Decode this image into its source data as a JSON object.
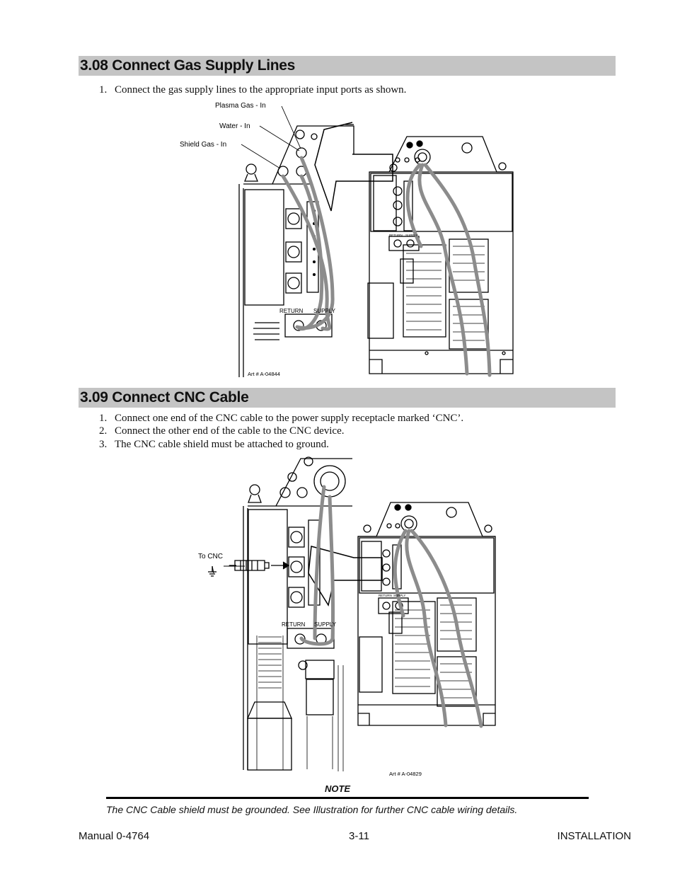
{
  "section1": {
    "title": "3.08   Connect Gas Supply Lines",
    "steps": [
      {
        "num": "1.",
        "text": "Connect the gas supply lines to the appropriate input ports as shown."
      }
    ]
  },
  "figure1": {
    "labels": {
      "plasma": "Plasma Gas - In",
      "water": "Water - In",
      "shield": "Shield Gas - In",
      "return": "RETURN",
      "supply": "SUPPLY",
      "return_small": "RETURN",
      "supply_small": "SUPPLY"
    },
    "art": "Art # A-04844"
  },
  "section2": {
    "title": "3.09   Connect CNC Cable",
    "steps": [
      {
        "num": "1.",
        "text": "Connect one end of the CNC cable to the power supply receptacle marked ‘CNC’."
      },
      {
        "num": "2.",
        "text": "Connect the other end of the cable to the CNC device."
      },
      {
        "num": "3.",
        "text": "The CNC cable shield must be attached to ground."
      }
    ]
  },
  "figure2": {
    "labels": {
      "to_cnc": "To CNC",
      "return": "RETURN",
      "supply": "SUPPLY",
      "return_small": "RETURN",
      "supply_small": "SUPPLY"
    },
    "art": "Art # A-04829"
  },
  "note": {
    "title": "NOTE",
    "text": "The CNC Cable shield must be grounded. See Illustration for further CNC cable wiring details."
  },
  "footer": {
    "left": "Manual 0-4764",
    "center": "3-11",
    "right": "INSTALLATION"
  }
}
